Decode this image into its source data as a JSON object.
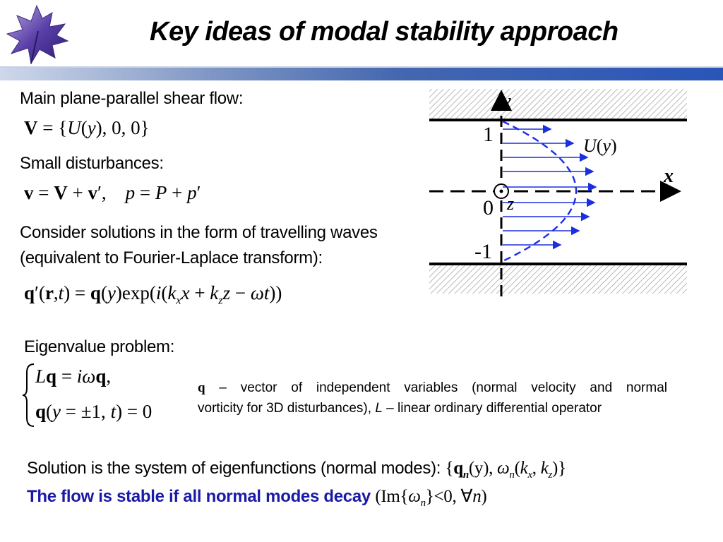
{
  "title": "Key ideas of modal stability approach",
  "logo": {
    "icon": "maple-leaf-logo",
    "color": "#4b3c96"
  },
  "left": {
    "main_flow_label": "Main plane-parallel shear flow:",
    "main_flow_eq": "V = {U(y), 0, 0}",
    "small_dist_label": "Small disturbances:",
    "small_dist_eq_v": "v = V + v′,",
    "small_dist_eq_p": "p = P + p′",
    "waves_line1": "Consider solutions in the form of travelling waves",
    "waves_line2": "(equivalent to Fourier-Laplace transform):",
    "waves_eq": "q′(r,t) = q(y)exp(i(kₓx + k_z z − ωt))"
  },
  "figure": {
    "axis_y": "y",
    "axis_x": "x",
    "axis_z": "z",
    "tick_top": "1",
    "tick_mid": "0",
    "tick_bot": "-1",
    "profile_label": "U(y)",
    "profile_color": "#1a2fe0"
  },
  "eigen": {
    "label": "Eigenvalue problem:",
    "eq1": "Lq = iωq,",
    "eq2": "q(y = ±1, t) = 0",
    "note_q": "q",
    "note_line1": "– vector of independent variables (normal velocity and normal",
    "note_line2a": "vorticity for 3D disturbances),",
    "note_L": "L",
    "note_line2b": "– linear ordinary differential operator"
  },
  "solution": {
    "line1": "Solution is the system of eigenfunctions (normal modes):",
    "line1_math": "{qₙ(y), ωₙ(kₓ, k_z)}",
    "line2": "The flow is stable if all normal modes decay",
    "line2_math": "(Im{ωₙ}<0, ∀n)",
    "accent_color": "#1a1aa8"
  }
}
